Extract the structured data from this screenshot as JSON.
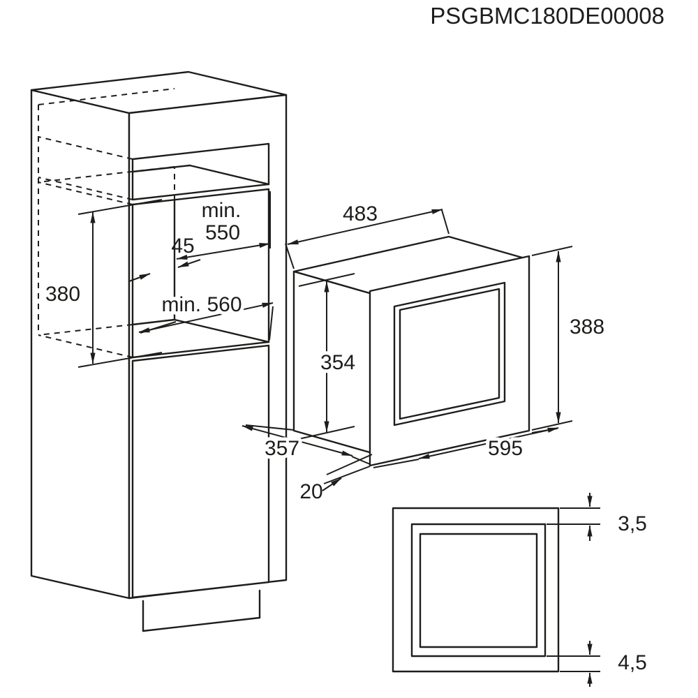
{
  "title": "PSGBMC180DE00008",
  "colors": {
    "line": "#1d1d1b",
    "background": "#ffffff"
  },
  "cabinet_dims": {
    "niche_width_prefix": "min.",
    "niche_width": "550",
    "front_clearance": "45",
    "niche_height": "380",
    "niche_depth": "min. 560"
  },
  "microwave_dims": {
    "body_width": "483",
    "body_height": "354",
    "front_height": "388",
    "front_width": "595",
    "body_depth": "357",
    "front_protrusion": "20"
  },
  "detail_dims": {
    "top_overlap": "3,5",
    "bottom_overlap": "4,5"
  }
}
